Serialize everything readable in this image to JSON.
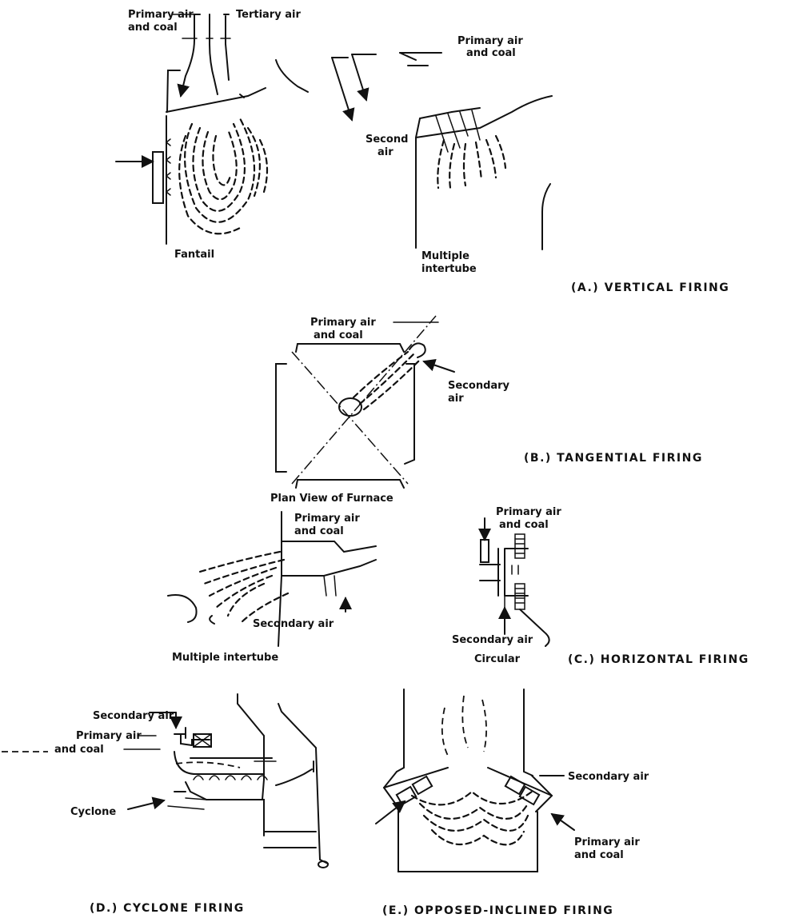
{
  "panels": {
    "vertical": {
      "caption": "(A.) VERTICAL FIRING",
      "primary_air_and_coal": [
        "Primary air",
        "and coal"
      ],
      "tertiary_air": "Tertiary air",
      "primary_air_and_coal_right": [
        "Primary air",
        "and coal"
      ],
      "second_air": [
        "Second",
        "air"
      ],
      "fantail": "Fantail",
      "multiple_intertube": [
        "Multiple",
        "intertube"
      ]
    },
    "tangential": {
      "caption": "(B.) TANGENTIAL FIRING",
      "primary_air_and_coal": [
        "Primary air",
        "and coal"
      ],
      "secondary_air": [
        "Secondary",
        "air"
      ],
      "plan_view": "Plan View of Furnace"
    },
    "horizontal": {
      "caption": "(C.) HORIZONTAL FIRING",
      "primary_air_and_coal_left": [
        "Primary air",
        "and coal"
      ],
      "primary_air_and_coal_right": [
        "Primary air",
        "and coal"
      ],
      "secondary_air_left": "Secondary air",
      "secondary_air_right": "Secondary air",
      "multiple_intertube": "Multiple intertube",
      "circular": "Circular"
    },
    "cyclone": {
      "caption": "(D.) CYCLONE FIRING",
      "secondary_air": "Secondary air",
      "primary_air_and_coal": [
        "Primary air",
        "and coal"
      ],
      "cyclone": "Cyclone"
    },
    "opposed": {
      "caption": "(E.) OPPOSED-INCLINED FIRING",
      "secondary_air": "Secondary air",
      "primary_air_and_coal": [
        "Primary air",
        "and coal"
      ]
    }
  }
}
